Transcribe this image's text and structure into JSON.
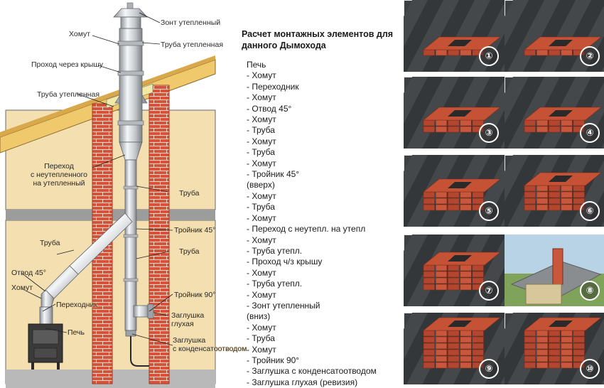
{
  "diagram": {
    "labels": {
      "zont": "Зонт утепленный",
      "truba_top": "Труба утепленная",
      "khomut_top": "Хомут",
      "prokhod": "Проход через крышу",
      "truba_utep": "Труба утепленная",
      "perekhod1": "Переход",
      "perekhod2": "с неутепленного",
      "perekhod3": "на утепленный",
      "truba_r1": "Труба",
      "troinik45": "Тройник 45°",
      "truba_r2": "Труба",
      "troinik90": "Тройник 90°",
      "zaglushka1": "Заглушка",
      "zaglushka2": "глухая",
      "zaglushka_kond1": "Заглушка",
      "zaglushka_kond2": "с конденсатоотводом",
      "truba_left": "Труба",
      "otvod45": "Отвод 45°",
      "khomut_left": "Хомут",
      "perekhodnik": "Переходник",
      "pech": "Печь"
    }
  },
  "calc": {
    "title_main": "Расчет монтажных элементов для данного Дымохода",
    "items": [
      "Печь",
      "- Хомут",
      "- Переходник",
      "- Хомут",
      "- Отвод 45°",
      "- Хомут",
      "- Труба",
      "- Хомут",
      "- Труба",
      "- Хомут",
      "- Тройник 45°",
      "(вверх)",
      "- Хомут",
      "- Труба",
      "- Хомут",
      "- Переход с неутепл. на утепл",
      "- Хомут",
      "- Труба утепл.",
      "- Проход ч/з крышу",
      "- Хомут",
      "- Труба утепл.",
      "- Хомут",
      "- Зонт утепленный",
      "(вниз)",
      "- Хомут",
      "- Труба",
      "- Хомут",
      "- Тройник 90°",
      "- Заглушка с конденсатоотводом",
      "- Заглушка глухая (ревизия)"
    ]
  },
  "steps": [
    "①",
    "②",
    "③",
    "④",
    "⑤",
    "⑥",
    "⑦",
    "⑧",
    "⑨",
    "⑩"
  ],
  "colors": {
    "wall": "#f3dfb0",
    "roof": "#f0c96c",
    "floor": "#9a9a9a",
    "brick": "#d6533b",
    "brick_dark": "#b4402b",
    "pipe": "#c9ccd0",
    "tile_bg": "#3d4043",
    "leader": "#222222"
  }
}
